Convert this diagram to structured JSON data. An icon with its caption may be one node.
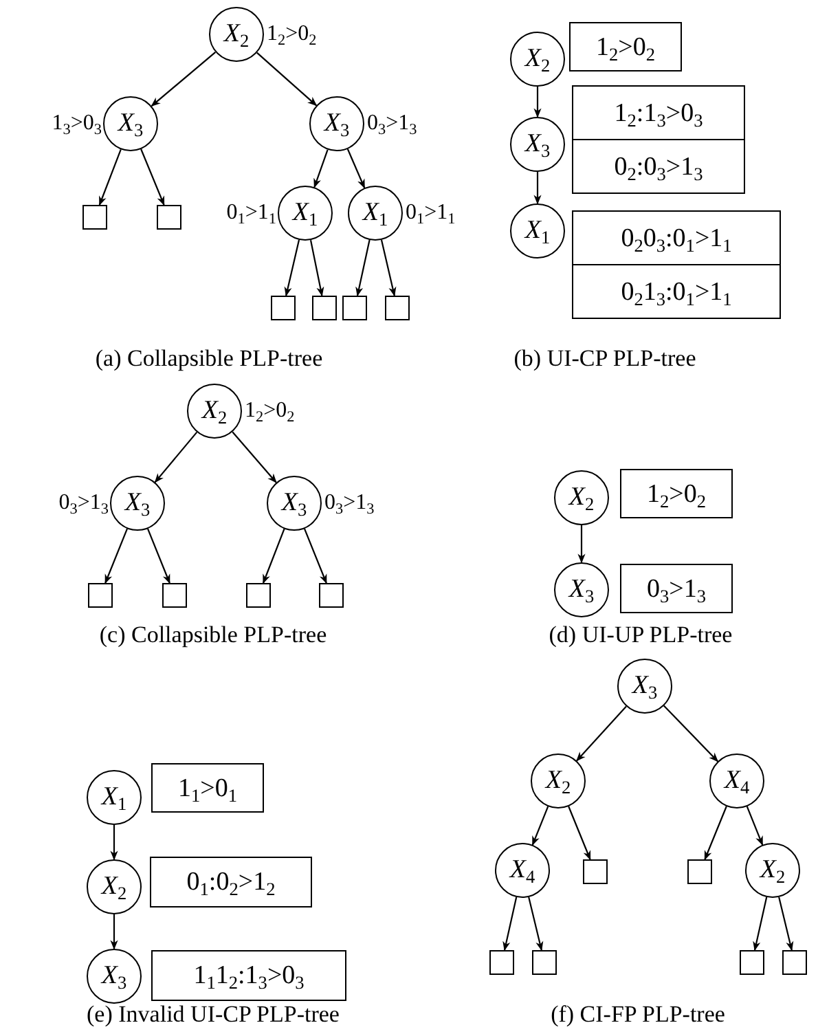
{
  "diagram": {
    "nodes": [
      {
        "text": [
          "*X*$_{2}$"
        ],
        "beside": [
          "1$_{2}$>0$_{2}$"
        ]
      },
      {
        "text": [
          "*X*$_{3}$"
        ],
        "beside": [
          "1$_{3}$>0$_{3}$"
        ]
      },
      {
        "text": [
          "*X*$_{3}$"
        ],
        "beside": [
          "0$_{3}$>1$_{3}$"
        ]
      },
      {
        "text": [],
        "shape": "box"
      },
      {
        "text": [],
        "shape": "box"
      },
      {
        "text": [
          "*X*$_{1}$"
        ],
        "beside": [
          "0$_{1}$>1$_{1}$"
        ]
      },
      {
        "text": [
          "*X*$_{1}$"
        ],
        "beside": [
          "0$_{1}$>1$_{1}$"
        ]
      },
      {
        "text": [],
        "shape": "box"
      },
      {
        "text": [],
        "shape": "box"
      },
      {
        "text": [],
        "shape": "box"
      },
      {
        "text": [],
        "shape": "box"
      },
      {
        "text": [
          "*X*$_{2}$"
        ]
      },
      {
        "text": [
          "1$_{2}$>0$_{2}$"
        ]
      },
      {
        "text": [
          "*X*$_{3}$"
        ]
      },
      {
        "text": [
          "1$_{2}$:1$_{3}$>0$_{3}$"
        ]
      },
      {
        "text": [
          "0$_{2}$:0$_{3}$>1$_{3}$"
        ]
      },
      {
        "text": [
          "*X*$_{1}$"
        ]
      },
      {
        "text": [
          "0$_{2}$0$_{3}$:0$_{1}$>1$_{1}$"
        ]
      },
      {
        "text": [
          "0$_{2}$1$_{3}$:0$_{1}$>1$_{1}$"
        ]
      },
      {
        "text": [
          "*X*$_{2}$"
        ],
        "beside": [
          "1$_{2}$>0$_{2}$"
        ]
      },
      {
        "text": [
          "*X*$_{3}$"
        ],
        "beside": [
          "0$_{3}$>1$_{3}$"
        ]
      },
      {
        "text": [
          "*X*$_{3}$"
        ],
        "beside": [
          "0$_{3}$>1$_{3}$"
        ]
      },
      {
        "text": [],
        "shape": "box"
      },
      {
        "text": [],
        "shape": "box"
      },
      {
        "text": [],
        "shape": "box"
      },
      {
        "text": [],
        "shape": "box"
      },
      {
        "text": [
          "*X*$_{2}$"
        ]
      },
      {
        "text": [
          "1$_{2}$>0$_{2}$"
        ]
      },
      {
        "text": [
          "*X*$_{3}$"
        ]
      },
      {
        "text": [
          "0$_{3}$>1$_{3}$"
        ]
      },
      {
        "text": [
          "*X*$_{1}$"
        ]
      },
      {
        "text": [
          "1$_{1}$>0$_{1}$"
        ]
      },
      {
        "text": [
          "*X*$_{2}$"
        ]
      },
      {
        "text": [
          "0$_{1}$:0$_{2}$>1$_{2}$"
        ]
      },
      {
        "text": [
          "*X*$_{3}$"
        ]
      },
      {
        "text": [
          "1$_{1}$1$_{2}$:1$_{3}$>0$_{3}$"
        ]
      },
      {
        "text": [
          "*X*$_{3}$"
        ]
      },
      {
        "text": [
          "*X*$_{2}$"
        ]
      },
      {
        "text": [
          "*X*$_{4}$"
        ]
      },
      {
        "text": [
          "*X*$_{4}$"
        ]
      },
      {
        "text": [],
        "shape": "box"
      },
      {
        "text": [],
        "shape": "box"
      },
      {
        "text": [
          "*X*$_{2}$"
        ]
      },
      {
        "text": [],
        "shape": "box"
      },
      {
        "text": [],
        "shape": "box"
      },
      {
        "text": [],
        "shape": "box"
      },
      {
        "text": [],
        "shape": "box"
      }
    ],
    "edges": [
      {
        "from": 0,
        "to": 1,
        "arrow": "to"
      },
      {
        "from": 0,
        "to": 2,
        "arrow": "to"
      },
      {
        "from": 1,
        "to": 3,
        "arrow": "to"
      },
      {
        "from": 1,
        "to": 4,
        "arrow": "to"
      },
      {
        "from": 2,
        "to": 5,
        "arrow": "to"
      },
      {
        "from": 2,
        "to": 6,
        "arrow": "to"
      },
      {
        "from": 5,
        "to": 7,
        "arrow": "to"
      },
      {
        "from": 5,
        "to": 8,
        "arrow": "to"
      },
      {
        "from": 6,
        "to": 9,
        "arrow": "to"
      },
      {
        "from": 6,
        "to": 10,
        "arrow": "to"
      },
      {
        "from": 11,
        "to": 13,
        "arrow": "to"
      },
      {
        "from": 13,
        "to": 16,
        "arrow": "to"
      },
      {
        "from": 19,
        "to": 20,
        "arrow": "to"
      },
      {
        "from": 19,
        "to": 21,
        "arrow": "to"
      },
      {
        "from": 20,
        "to": 22,
        "arrow": "to"
      },
      {
        "from": 20,
        "to": 23,
        "arrow": "to"
      },
      {
        "from": 21,
        "to": 24,
        "arrow": "to"
      },
      {
        "from": 21,
        "to": 25,
        "arrow": "to"
      },
      {
        "from": 26,
        "to": 28,
        "arrow": "to"
      },
      {
        "from": 30,
        "to": 32,
        "arrow": "to"
      },
      {
        "from": 32,
        "to": 34,
        "arrow": "to"
      },
      {
        "from": 36,
        "to": 37,
        "arrow": "to"
      },
      {
        "from": 36,
        "to": 38,
        "arrow": "to"
      },
      {
        "from": 37,
        "to": 39,
        "arrow": "to"
      },
      {
        "from": 37,
        "to": 40,
        "arrow": "to"
      },
      {
        "from": 38,
        "to": 41,
        "arrow": "to"
      },
      {
        "from": 38,
        "to": 42,
        "arrow": "to"
      },
      {
        "from": 39,
        "to": 43,
        "arrow": "to"
      },
      {
        "from": 39,
        "to": 44,
        "arrow": "to"
      },
      {
        "from": 42,
        "to": 45,
        "arrow": "to"
      },
      {
        "from": 42,
        "to": 46,
        "arrow": "to"
      }
    ],
    "labels": [
      "(a) Collapsible PLP-tree",
      "(b) UI-CP PLP-tree",
      "(c) Collapsible PLP-tree",
      "(d) UI-UP PLP-tree",
      "(e) Invalid UI-CP PLP-tree",
      "(f) CI-FP PLP-tree"
    ]
  }
}
